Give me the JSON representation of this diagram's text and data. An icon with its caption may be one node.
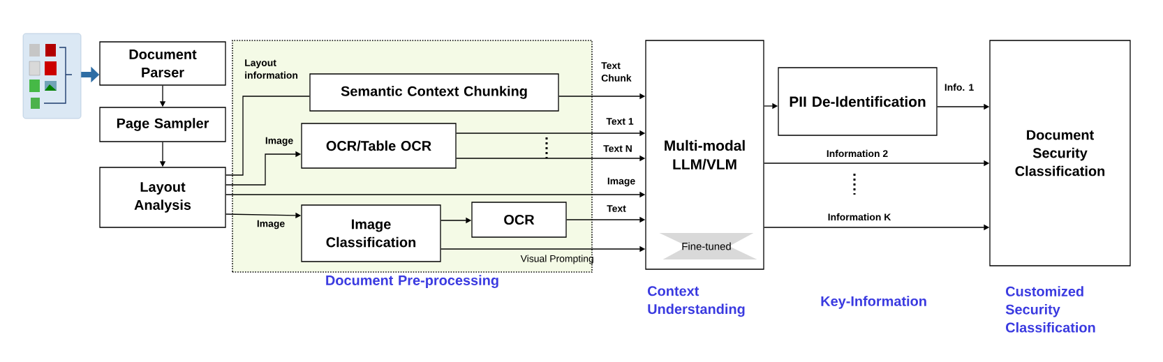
{
  "diagram": {
    "nodes": [
      {
        "text": [],
        "shape": "picture"
      },
      {
        "text": [
          "Document Parser"
        ]
      },
      {
        "text": [
          "Page Sampler"
        ]
      },
      {
        "text": [
          "Layout Analysis"
        ]
      },
      {
        "text": [
          "Document Pre-processing"
        ]
      },
      {
        "text": [
          "Semantic Context Chunking"
        ],
        "in": 4
      },
      {
        "text": [
          "OCR/Table OCR"
        ],
        "in": 4
      },
      {
        "text": [
          "Image Classification"
        ],
        "in": 4
      },
      {
        "text": [
          "OCR"
        ],
        "in": 4
      },
      {
        "text": [
          "Multi-modal LLM/VLM"
        ]
      },
      {
        "text": [
          "Fine-tuned"
        ],
        "in": 9
      },
      {
        "text": [
          "PII De-Identification"
        ]
      },
      {
        "text": [
          "Document Security Classification"
        ]
      }
    ],
    "edges": [
      {
        "from": 0,
        "to": 1,
        "arrow": "to",
        "style": "thick",
        "color": "#2e6da4"
      },
      {
        "from": 1,
        "to": 2,
        "arrow": "to"
      },
      {
        "from": 2,
        "to": 3,
        "arrow": "to"
      },
      {
        "from": 3,
        "to": 5,
        "arrow": "none",
        "label": "Layout information"
      },
      {
        "from": 3,
        "to": 6,
        "arrow": "to",
        "label": "Image"
      },
      {
        "from": 3,
        "to": 9,
        "arrow": "to",
        "label": "Image"
      },
      {
        "from": 3,
        "to": 7,
        "arrow": "to",
        "label": "Image"
      },
      {
        "from": 5,
        "to": 9,
        "arrow": "to",
        "label": "Text Chunk"
      },
      {
        "from": 6,
        "to": 9,
        "arrow": "to",
        "label": "Text 1"
      },
      {
        "from": 6,
        "to": 9,
        "arrow": "to",
        "label": "Text N"
      },
      {
        "from": 7,
        "to": 8,
        "arrow": "to"
      },
      {
        "from": 8,
        "to": 9,
        "arrow": "to",
        "label": "Text"
      },
      {
        "from": 7,
        "to": 9,
        "arrow": "to",
        "label": "Visual Prompting"
      },
      {
        "from": 9,
        "to": 11,
        "arrow": "to"
      },
      {
        "from": 11,
        "to": 12,
        "arrow": "to",
        "label": "Info. 1"
      },
      {
        "from": 9,
        "to": 12,
        "arrow": "to",
        "label": "Information 2"
      },
      {
        "from": 9,
        "to": 12,
        "arrow": "to",
        "label": "Information K"
      }
    ],
    "labels": [
      "Context Understanding",
      "Key-Information",
      "Customized Security Classification"
    ]
  }
}
